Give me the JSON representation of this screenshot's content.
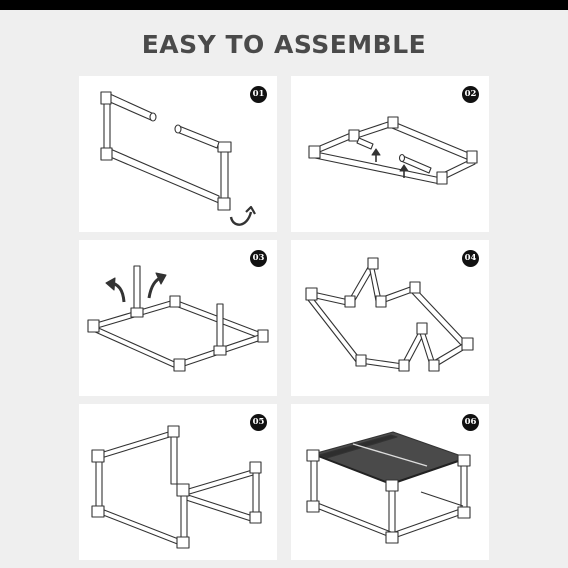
{
  "page": {
    "title": "EASY TO ASSEMBLE"
  },
  "steps": [
    {
      "number": "01",
      "icon": "frame-side-insert-rods-icon"
    },
    {
      "number": "02",
      "icon": "frame-insert-uprights-icon"
    },
    {
      "number": "03",
      "icon": "rotate-uprights-icon"
    },
    {
      "number": "04",
      "icon": "unfolded-frame-icon"
    },
    {
      "number": "05",
      "icon": "assembled-frame-icon"
    },
    {
      "number": "06",
      "icon": "shoe-rack-with-cover-icon"
    }
  ],
  "colors": {
    "background": "#efefef",
    "panel": "#ffffff",
    "title": "#4a4a4a",
    "badge": "#111111",
    "line": "#333333"
  }
}
